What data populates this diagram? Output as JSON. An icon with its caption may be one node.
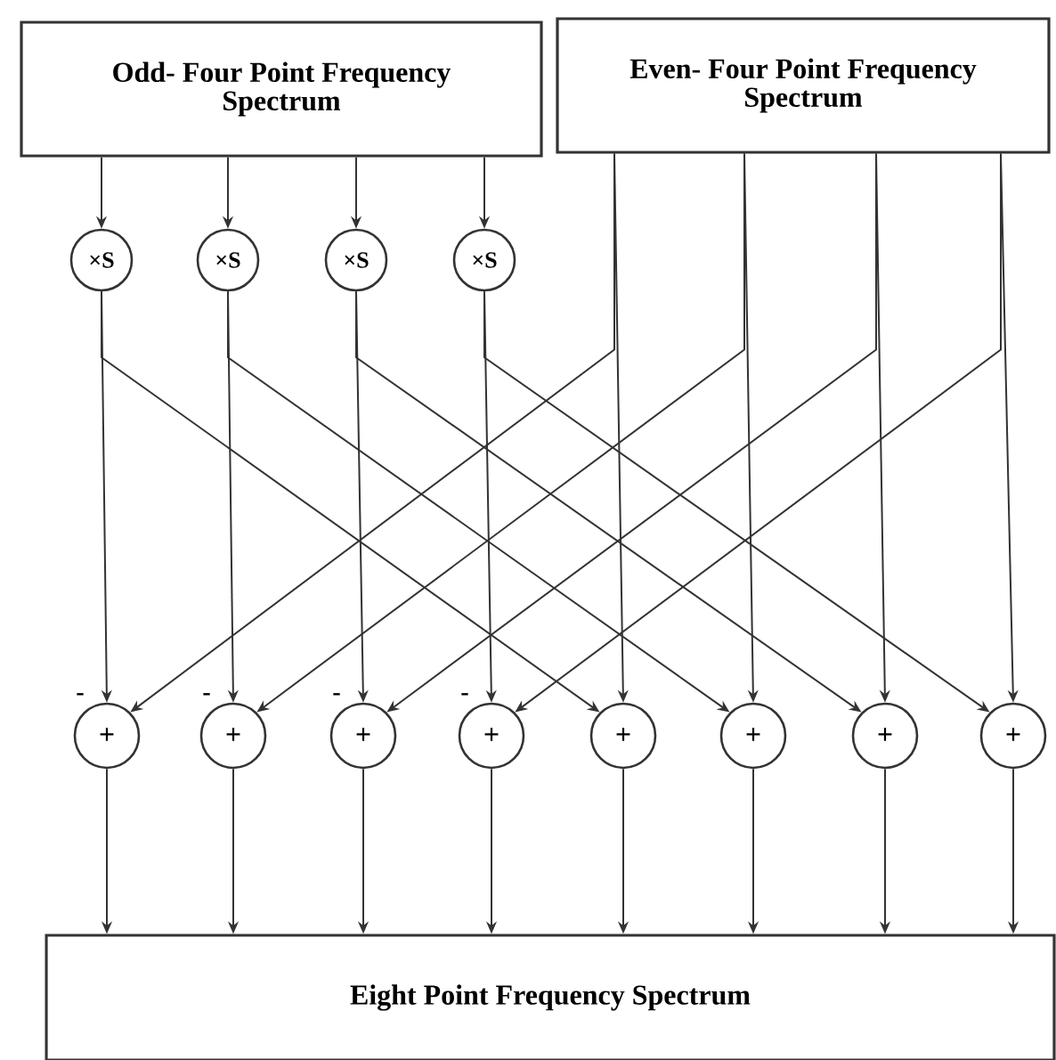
{
  "diagram": {
    "nodes": [
      {
        "text": [
          "Odd- Four Point Frequency Spectrum"
        ]
      },
      {
        "text": [
          "Even- Four Point Frequency Spectrum"
        ]
      },
      {
        "text": [
          "×S"
        ]
      },
      {
        "text": [
          "×S"
        ]
      },
      {
        "text": [
          "×S"
        ]
      },
      {
        "text": [
          "×S"
        ]
      },
      {
        "text": [
          "+"
        ]
      },
      {
        "text": [
          "+"
        ]
      },
      {
        "text": [
          "+"
        ]
      },
      {
        "text": [
          "+"
        ]
      },
      {
        "text": [
          "+"
        ]
      },
      {
        "text": [
          "+"
        ]
      },
      {
        "text": [
          "+"
        ]
      },
      {
        "text": [
          "+"
        ]
      },
      {
        "text": [
          "Eight Point Frequency Spectrum"
        ]
      }
    ],
    "edges": [
      {
        "from": 0,
        "to": 2,
        "arrow": "to"
      },
      {
        "from": 0,
        "to": 3,
        "arrow": "to"
      },
      {
        "from": 0,
        "to": 4,
        "arrow": "to"
      },
      {
        "from": 0,
        "to": 5,
        "arrow": "to"
      },
      {
        "from": 2,
        "to": 6,
        "arrow": "to"
      },
      {
        "from": 2,
        "to": 10,
        "arrow": "to"
      },
      {
        "from": 3,
        "to": 7,
        "arrow": "to"
      },
      {
        "from": 3,
        "to": 11,
        "arrow": "to"
      },
      {
        "from": 4,
        "to": 8,
        "arrow": "to"
      },
      {
        "from": 4,
        "to": 12,
        "arrow": "to"
      },
      {
        "from": 5,
        "to": 9,
        "arrow": "to"
      },
      {
        "from": 5,
        "to": 13,
        "arrow": "to"
      },
      {
        "from": 1,
        "to": 10,
        "arrow": "to"
      },
      {
        "from": 1,
        "to": 6,
        "arrow": "to"
      },
      {
        "from": 1,
        "to": 11,
        "arrow": "to"
      },
      {
        "from": 1,
        "to": 7,
        "arrow": "to"
      },
      {
        "from": 1,
        "to": 12,
        "arrow": "to"
      },
      {
        "from": 1,
        "to": 8,
        "arrow": "to"
      },
      {
        "from": 1,
        "to": 13,
        "arrow": "to"
      },
      {
        "from": 1,
        "to": 9,
        "arrow": "to"
      },
      {
        "from": 6,
        "to": 14,
        "arrow": "to"
      },
      {
        "from": 7,
        "to": 14,
        "arrow": "to"
      },
      {
        "from": 8,
        "to": 14,
        "arrow": "to"
      },
      {
        "from": 9,
        "to": 14,
        "arrow": "to"
      },
      {
        "from": 10,
        "to": 14,
        "arrow": "to"
      },
      {
        "from": 11,
        "to": 14,
        "arrow": "to"
      },
      {
        "from": 12,
        "to": 14,
        "arrow": "to"
      },
      {
        "from": 13,
        "to": 14,
        "arrow": "to"
      }
    ],
    "labels": [
      "-",
      "-",
      "-",
      "-"
    ]
  }
}
